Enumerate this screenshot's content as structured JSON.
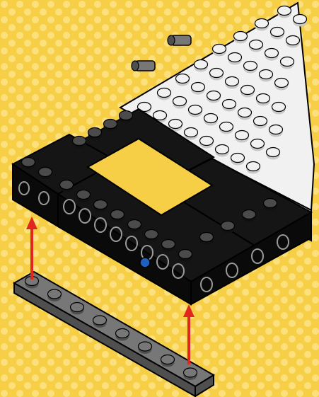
{
  "scene": {
    "kind": "lego-build-step",
    "colors": {
      "background": "#f7cf47",
      "background_dots": "#fbe07d",
      "black_brick": "#151515",
      "black_brick_side": "#0a0a0a",
      "dark_stud_top": "#4b4b4b",
      "white_plate": "#f1f1f1",
      "white_plate_shadow": "#c9c9c9",
      "gray_plate": "#777777",
      "gray_plate_side": "#4f4f4f",
      "arrow": "#e0261d",
      "blue_pin": "#1f5fbf"
    },
    "icons": [
      "white-wedge-plate-icon",
      "black-technic-frame-icon",
      "gray-plate-1x8-icon",
      "up-arrow-icon"
    ],
    "counts": {
      "loose_plate_studs": 8,
      "assembly_arrows": 2
    }
  }
}
